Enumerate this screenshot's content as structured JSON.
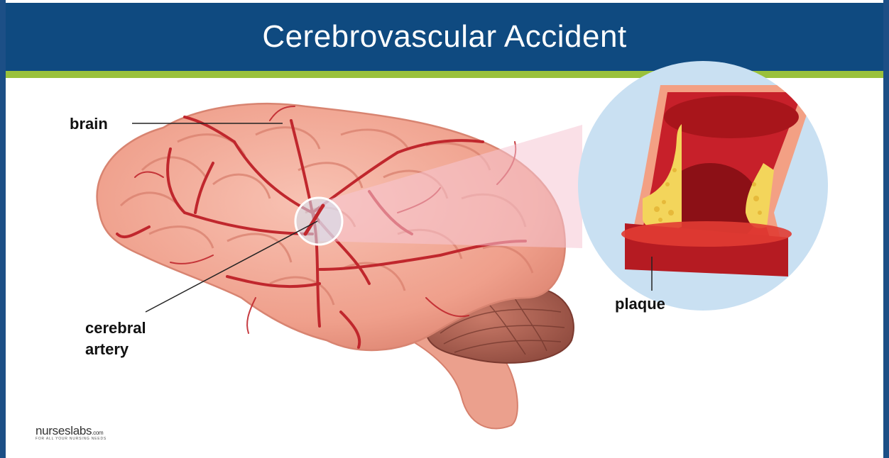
{
  "header": {
    "title": "Cerebrovascular Accident"
  },
  "labels": {
    "brain": "brain",
    "cerebral_line1": "cerebral",
    "cerebral_line2": "artery",
    "plaque": "plaque"
  },
  "logo": {
    "wordmark": "nurseslabs",
    "domain": ".com",
    "tagline": "FOR ALL YOUR NURSING NEEDS"
  },
  "colors": {
    "header_blue": "#0f4a80",
    "accent_green": "#9ac13b",
    "brain_tissue": "#f2a99a",
    "artery_red": "#c0272d",
    "plaque_yellow": "#f3d55b",
    "magnifier_blue": "#c9e0f2"
  },
  "icons": [
    "brain-illustration",
    "artery-cross-section",
    "magnifier-circle"
  ]
}
